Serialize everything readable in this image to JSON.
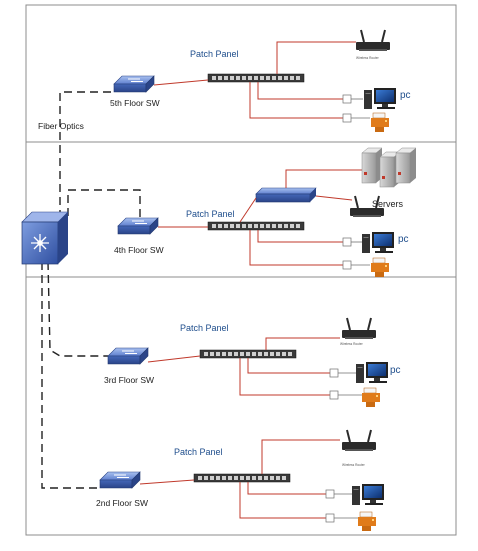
{
  "labels": {
    "patch_panel": "Patch Panel",
    "fiber_optics": "Fiber Optics",
    "pc": "pc",
    "servers": "Servers",
    "router_caption": "Wireless Router"
  },
  "floors": [
    {
      "id": "5",
      "switch_label": "5th Floor SW",
      "has_pc_label": true,
      "has_servers": false
    },
    {
      "id": "4",
      "switch_label": "4th Floor SW",
      "has_pc_label": true,
      "has_servers": true
    },
    {
      "id": "3",
      "switch_label": "3rd Floor SW",
      "has_pc_label": true,
      "has_servers": false
    },
    {
      "id": "2",
      "switch_label": "2nd Floor SW",
      "has_pc_label": false,
      "has_servers": false
    }
  ],
  "colors": {
    "panel_border": "#8c8c8c",
    "cable": "#c0392b",
    "fiber": "#222222",
    "text_blue": "#1f4e8c",
    "switch_blue": "#3b5aa8",
    "printer_orange": "#e07b1a"
  },
  "icons": [
    "core-switch-icon",
    "floor-switch-icon",
    "patch-panel-icon",
    "router-icon",
    "pc-icon",
    "printer-icon",
    "server-icon"
  ]
}
